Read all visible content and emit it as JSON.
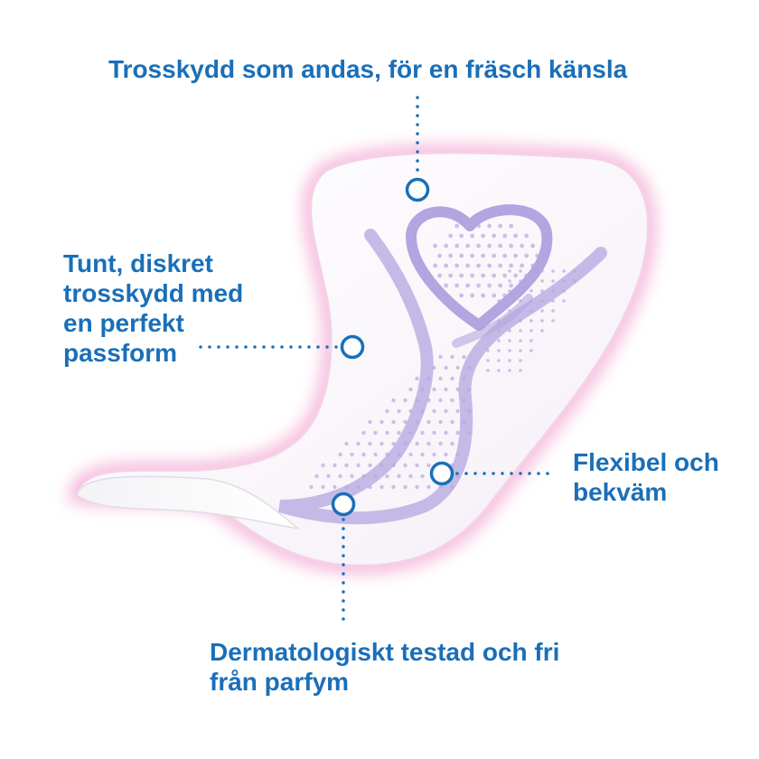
{
  "callouts": {
    "top": "Trosskydd som andas, för en fräsch känsla",
    "left": "Tunt, diskret trosskydd med en perfekt passform",
    "right": "Flexibel och bekväm",
    "bottom": "Dermatologiskt testad och fri från parfym"
  },
  "colors": {
    "text": "#1a6fb8",
    "marker": "#1a6fb8",
    "glow": "#f3a6d0",
    "pad": "#fbf6fb",
    "print": "#9b8fd6"
  }
}
